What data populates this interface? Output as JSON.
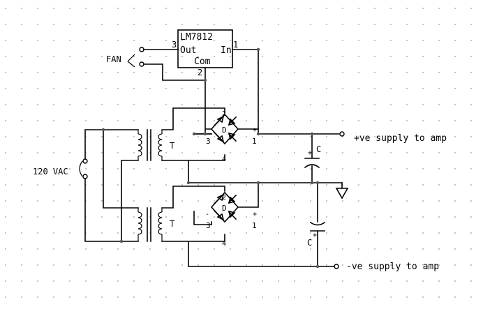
{
  "regulator": {
    "part": "LM7812",
    "out_label": "Out",
    "in_label": "In",
    "com_label": "Com",
    "pin_out": "3",
    "pin_in": "1",
    "pin_com": "2"
  },
  "fan_label": "FAN",
  "mains_label": "120 VAC",
  "transformer_label": "T",
  "bridge": {
    "label": "D",
    "pin_top": "2",
    "pin_left": "3",
    "pin_right": "1",
    "pin_bottom": "4",
    "plus": "+",
    "minus": "-"
  },
  "capacitor_label": "C",
  "outputs": {
    "positive": "+ve supply to amp",
    "negative": "-ve supply to amp"
  }
}
